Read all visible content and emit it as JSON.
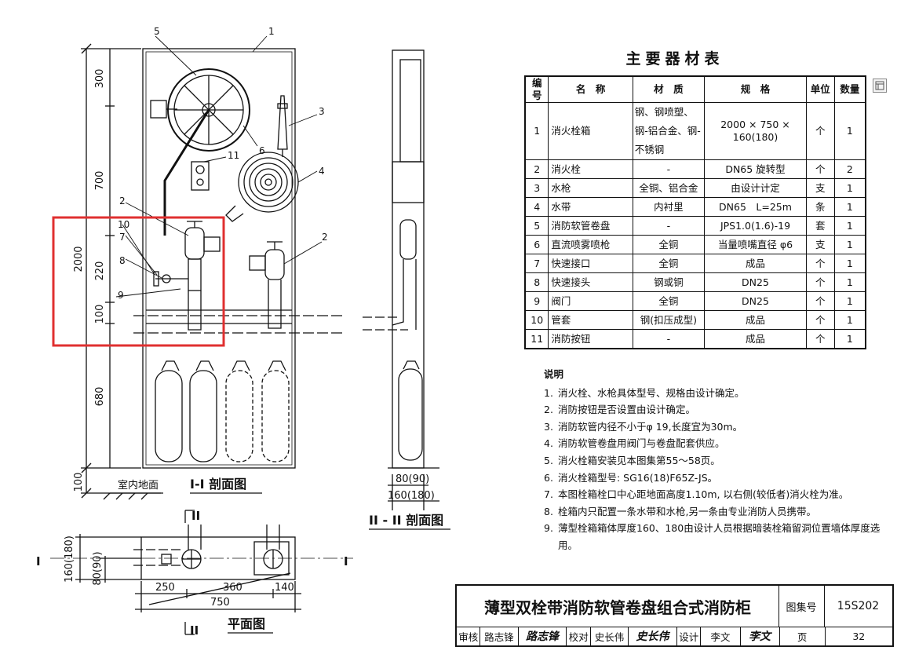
{
  "drawing": {
    "callouts": [
      "1",
      "2",
      "3",
      "4",
      "5",
      "6",
      "7",
      "8",
      "9",
      "10",
      "11",
      "2"
    ],
    "dims_left": [
      "300",
      "700",
      "2000",
      "220",
      "100",
      "680",
      "100"
    ],
    "floor_label": "室内地面",
    "section1_label": "I-I 剖面图",
    "section2_label": "II - II 剖面图",
    "plan_label": "平面图",
    "dims_section2": [
      "80(90)",
      "160(180)"
    ],
    "dims_plan_left": [
      "160(180)",
      "80(90)"
    ],
    "dims_plan_bottom": [
      "250",
      "360",
      "140",
      "750"
    ],
    "section_marks": [
      "II",
      "I",
      "I",
      "II"
    ]
  },
  "table": {
    "title": "主要器材表",
    "headers": [
      "编号",
      "名　称",
      "材　质",
      "规　格",
      "单位",
      "数量"
    ],
    "rows": [
      {
        "no": "1",
        "name": "消火栓箱",
        "material": "钢、钢喷塑、钢-铝合金、钢-不锈钢",
        "spec": "2000 × 750 × 160(180)",
        "unit": "个",
        "qty": "1"
      },
      {
        "no": "2",
        "name": "消火栓",
        "material": "-",
        "spec": "DN65 旋转型",
        "unit": "个",
        "qty": "2"
      },
      {
        "no": "3",
        "name": "水枪",
        "material": "全铜、铝合金",
        "spec": "由设计计定",
        "unit": "支",
        "qty": "1"
      },
      {
        "no": "4",
        "name": "水带",
        "material": "内衬里",
        "spec": "DN65　L=25m",
        "unit": "条",
        "qty": "1"
      },
      {
        "no": "5",
        "name": "消防软管卷盘",
        "material": "-",
        "spec": "JPS1.0(1.6)-19",
        "unit": "套",
        "qty": "1"
      },
      {
        "no": "6",
        "name": "直流喷雾喷枪",
        "material": "全铜",
        "spec": "当量喷嘴直径 φ6",
        "unit": "支",
        "qty": "1"
      },
      {
        "no": "7",
        "name": "快速接口",
        "material": "全铜",
        "spec": "成品",
        "unit": "个",
        "qty": "1"
      },
      {
        "no": "8",
        "name": "快速接头",
        "material": "钢或铜",
        "spec": "DN25",
        "unit": "个",
        "qty": "1"
      },
      {
        "no": "9",
        "name": "阀门",
        "material": "全铜",
        "spec": "DN25",
        "unit": "个",
        "qty": "1"
      },
      {
        "no": "10",
        "name": "管套",
        "material": "钢(扣压成型)",
        "spec": "成品",
        "unit": "个",
        "qty": "1"
      },
      {
        "no": "11",
        "name": "消防按钮",
        "material": "-",
        "spec": "成品",
        "unit": "个",
        "qty": "1"
      }
    ]
  },
  "notes": {
    "title": "说明",
    "items": [
      {
        "num": "1.",
        "text": "消火栓、水枪具体型号、规格由设计确定。"
      },
      {
        "num": "2.",
        "text": "消防按钮是否设置由设计确定。"
      },
      {
        "num": "3.",
        "text": "消防软管内径不小于φ 19,长度宜为30m。"
      },
      {
        "num": "4.",
        "text": "消防软管卷盘用阀门与卷盘配套供应。"
      },
      {
        "num": "5.",
        "text": "消火栓箱安装见本图集第55～58页。"
      },
      {
        "num": "6.",
        "text": "消火栓箱型号: SG16(18)F65Z-JS。"
      },
      {
        "num": "7.",
        "text": "本图栓箱栓口中心距地面高度1.10m, 以右侧(较低者)消火栓为准。"
      },
      {
        "num": "8.",
        "text": "栓箱内只配置一条水带和水枪,另一条由专业消防人员携带。"
      },
      {
        "num": "9.",
        "text": "薄型栓箱箱体厚度160、180由设计人员根据暗装栓箱留洞位置墙体厚度选用。"
      }
    ]
  },
  "title_block": {
    "title": "薄型双栓带消防软管卷盘组合式消防柜",
    "atlas_label": "图集号",
    "atlas_no": "15S202",
    "review_label": "审核",
    "reviewer": "路志锋",
    "reviewer_sig": "路志锋",
    "check_label": "校对",
    "checker": "史长伟",
    "checker_sig": "史长伟",
    "design_label": "设计",
    "designer": "李文",
    "designer_sig": "李文",
    "page_label": "页",
    "page_no": "32"
  },
  "colors": {
    "highlight": "#e03030",
    "ink": "#111111"
  }
}
